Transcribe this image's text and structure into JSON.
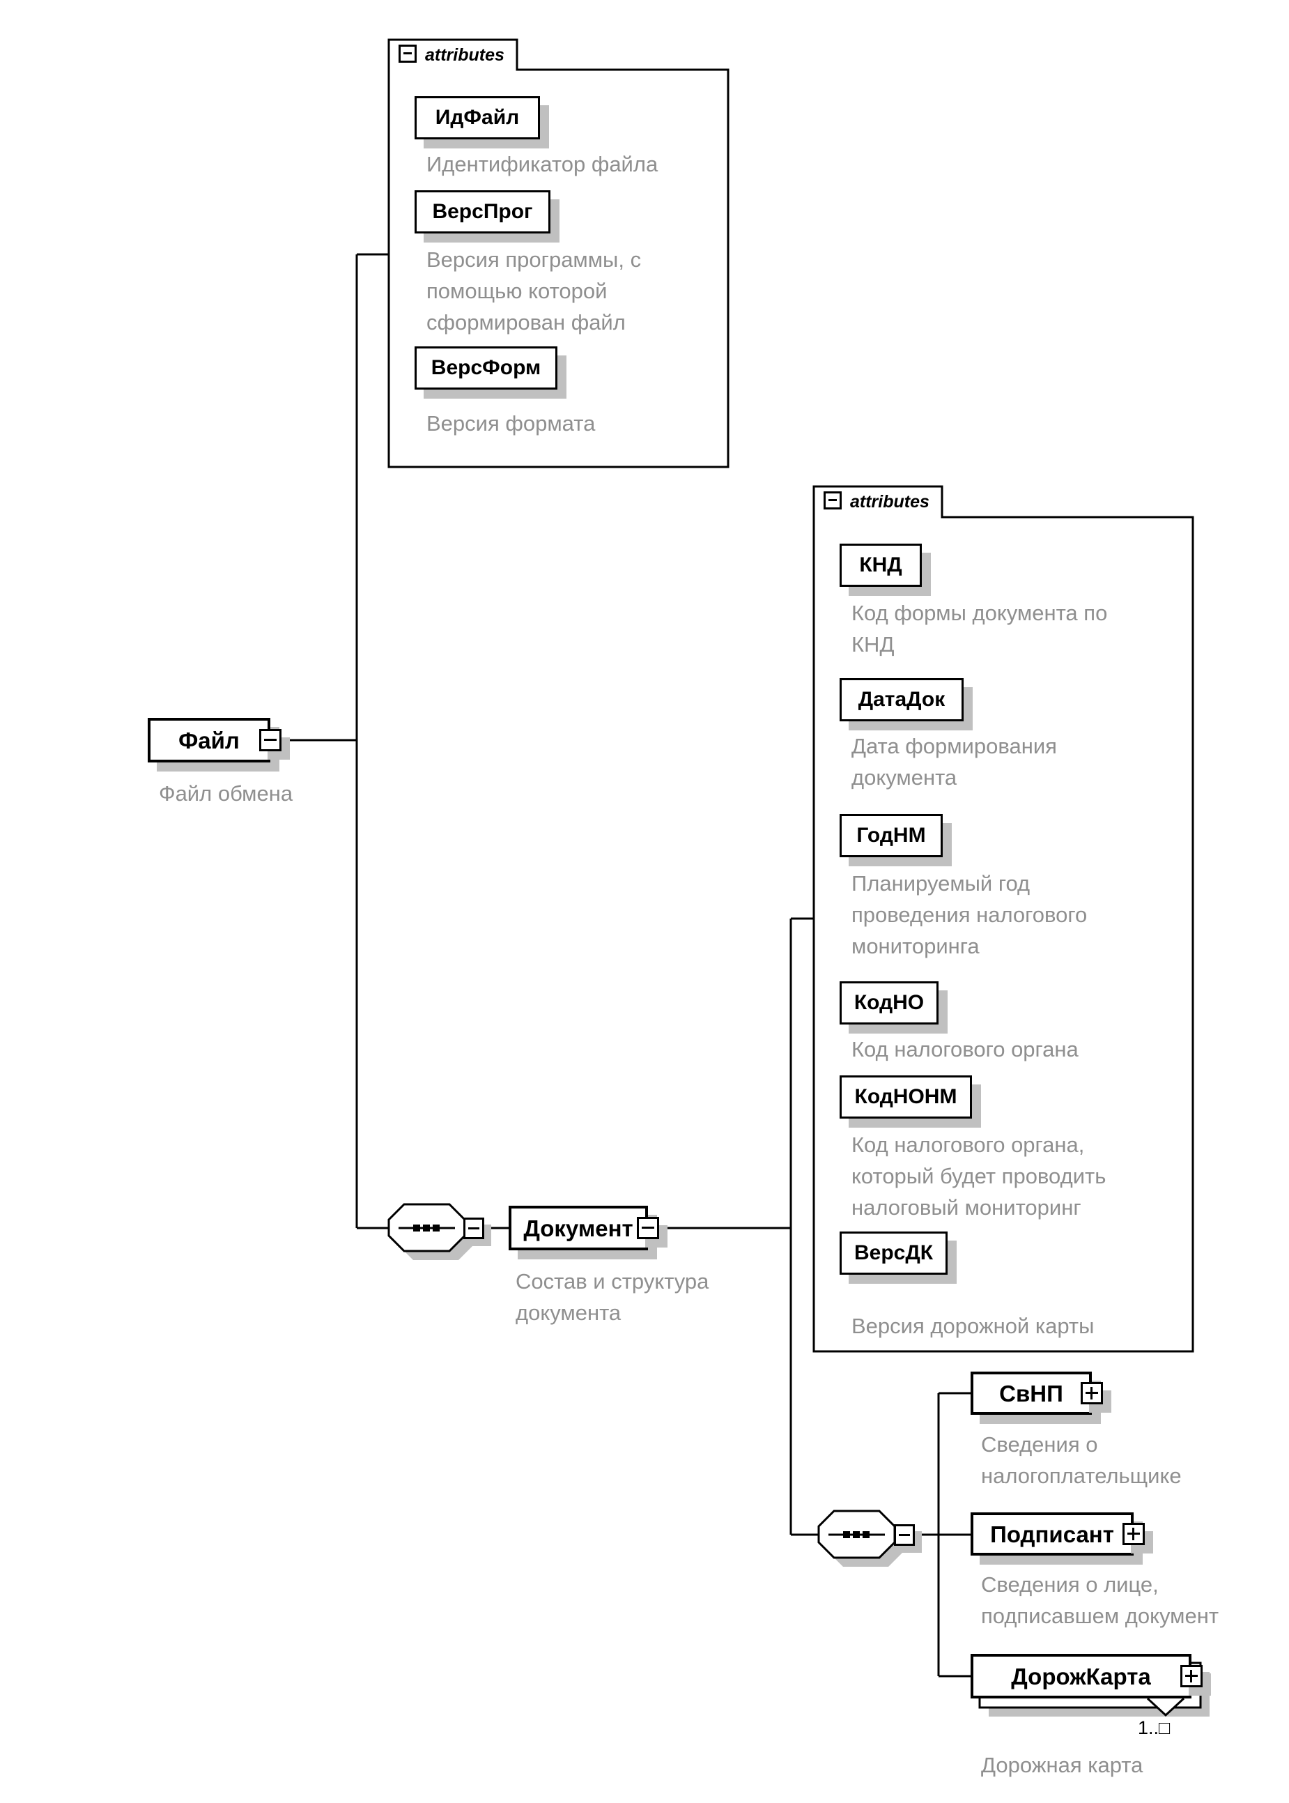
{
  "diagram": {
    "root": {
      "name": "Файл",
      "annotation": "Файл обмена"
    },
    "file_attrs": {
      "label": "attributes",
      "items": [
        {
          "name": "ИдФайл",
          "annotation": "Идентификатор файла"
        },
        {
          "name": "ВерсПрог",
          "annotation": "Версия программы, с\nпомощью которой\nсформирован файл"
        },
        {
          "name": "ВерсФорм",
          "annotation": "Версия формата"
        }
      ]
    },
    "document": {
      "name": "Документ",
      "annotation": "Состав и структура\nдокумента"
    },
    "doc_attrs": {
      "label": "attributes",
      "items": [
        {
          "name": "КНД",
          "annotation": "Код формы документа по\nКНД"
        },
        {
          "name": "ДатаДок",
          "annotation": "Дата формирования\nдокумента"
        },
        {
          "name": "ГодНМ",
          "annotation": "Планируемый год\nпроведения налогового\nмониторинга"
        },
        {
          "name": "КодНО",
          "annotation": "Код налогового органа"
        },
        {
          "name": "КодНОНМ",
          "annotation": "Код налогового органа,\nкоторый будет проводить\nналоговый мониторинг"
        },
        {
          "name": "ВерсДК",
          "annotation": "Версия дорожной карты"
        }
      ]
    },
    "children": [
      {
        "name": "СвНП",
        "annotation": "Сведения о\nналогоплательщике"
      },
      {
        "name": "Подписант",
        "annotation": "Сведения о лице,\nподписавшем документ"
      },
      {
        "name": "ДорожКарта",
        "annotation": "Дорожная карта",
        "occurrence": "1..□"
      }
    ]
  },
  "colors": {
    "line": "#000000",
    "annotation": "#8f8f8f",
    "shadow": "#c0c0c0",
    "background": "#ffffff"
  }
}
